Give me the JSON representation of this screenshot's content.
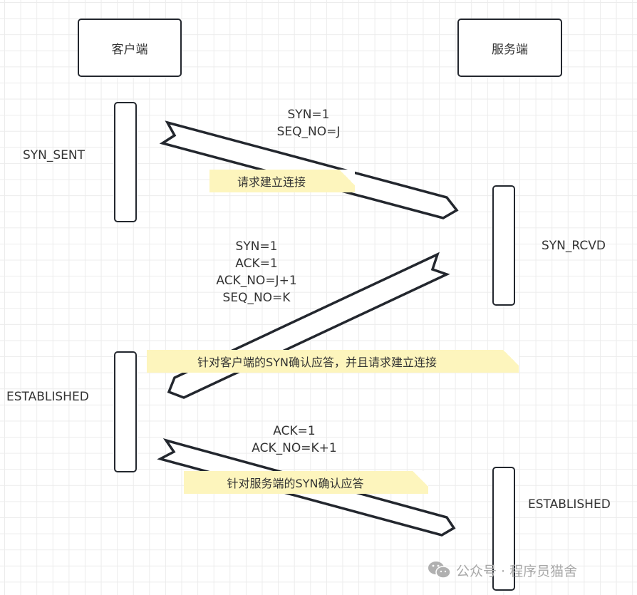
{
  "actors": {
    "client": "客户端",
    "server": "服务端"
  },
  "states": {
    "client_syn_sent": "SYN_SENT",
    "server_syn_rcvd": "SYN_RCVD",
    "client_established": "ESTABLISHED",
    "server_established": "ESTABLISHED"
  },
  "messages": [
    {
      "lines": [
        "SYN=1",
        "SEQ_NO=J"
      ],
      "note": "请求建立连接"
    },
    {
      "lines": [
        "SYN=1",
        "ACK=1",
        "ACK_NO=J+1",
        "SEQ_NO=K"
      ],
      "note": "针对客户端的SYN确认应答，并且请求建立连接"
    },
    {
      "lines": [
        "ACK=1",
        "ACK_NO=K+1"
      ],
      "note": "针对服务端的SYN确认应答"
    }
  ],
  "watermark": {
    "icon": "wechat-icon",
    "text": "公众号 · 程序员猫舍"
  },
  "colors": {
    "stroke": "#23272e",
    "note": "#fdf5bd",
    "note_fold": "#e2d08c",
    "grid": "#ececec"
  }
}
